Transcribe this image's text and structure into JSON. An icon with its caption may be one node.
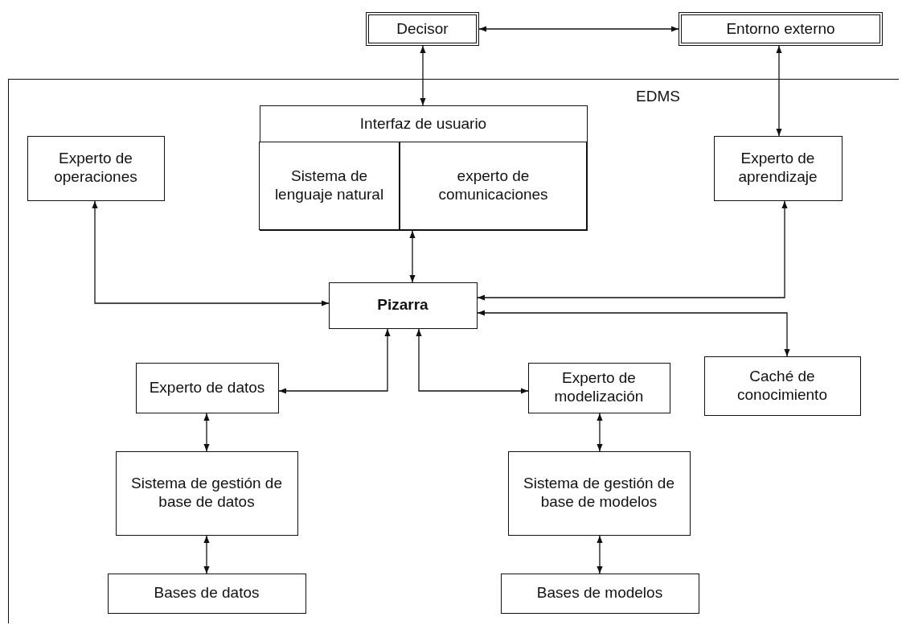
{
  "diagram": {
    "nodes": [
      {
        "text": [
          "Decisor"
        ]
      },
      {
        "text": [
          "Entorno externo"
        ]
      },
      {
        "text": [
          "EDMS"
        ]
      },
      {
        "text": [
          "Interfaz de usuario"
        ],
        "in": 2
      },
      {
        "text": [
          "Sistema de lenguaje natural"
        ],
        "in": 3
      },
      {
        "text": [
          "experto de comunicaciones"
        ],
        "in": 3
      },
      {
        "text": [
          "Experto de operaciones"
        ],
        "in": 2
      },
      {
        "text": [
          "Experto de aprendizaje"
        ],
        "in": 2
      },
      {
        "text": [
          "Pizarra"
        ],
        "in": 2
      },
      {
        "text": [
          "Experto de datos"
        ],
        "in": 2
      },
      {
        "text": [
          "Experto de modelización"
        ],
        "in": 2
      },
      {
        "text": [
          "Caché de conocimiento"
        ],
        "in": 2
      },
      {
        "text": [
          "Sistema de gestión de base de datos"
        ],
        "in": 2
      },
      {
        "text": [
          "Sistema de gestión de base de modelos"
        ],
        "in": 2
      },
      {
        "text": [
          "Bases de datos"
        ],
        "in": 2
      },
      {
        "text": [
          "Bases de modelos"
        ],
        "in": 2
      }
    ],
    "edges": [
      {
        "from": 0,
        "to": 1,
        "arrow": "both"
      },
      {
        "from": 0,
        "to": 3,
        "arrow": "both"
      },
      {
        "from": 1,
        "to": 7,
        "arrow": "both"
      },
      {
        "from": 6,
        "to": 8,
        "arrow": "both"
      },
      {
        "from": 3,
        "to": 8,
        "arrow": "both"
      },
      {
        "from": 7,
        "to": 8,
        "arrow": "both"
      },
      {
        "from": 8,
        "to": 11,
        "arrow": "both"
      },
      {
        "from": 8,
        "to": 9,
        "arrow": "both"
      },
      {
        "from": 8,
        "to": 10,
        "arrow": "both"
      },
      {
        "from": 9,
        "to": 12,
        "arrow": "both"
      },
      {
        "from": 12,
        "to": 14,
        "arrow": "both"
      },
      {
        "from": 10,
        "to": 13,
        "arrow": "both"
      },
      {
        "from": 13,
        "to": 15,
        "arrow": "both"
      }
    ]
  }
}
